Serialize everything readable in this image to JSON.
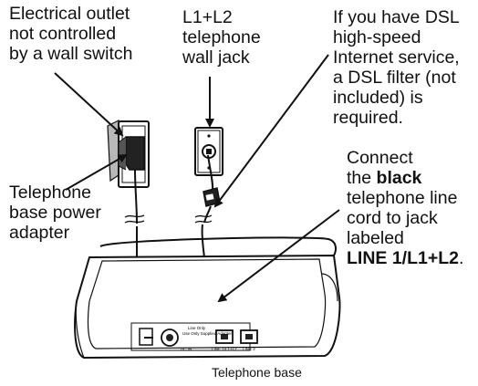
{
  "labels": {
    "outlet": [
      "Electrical outlet",
      "not controlled",
      "by a wall switch"
    ],
    "jack": [
      "L1+L2",
      "telephone",
      "wall jack"
    ],
    "dsl": [
      "If you have DSL",
      "high-speed",
      "Internet service,",
      "a DSL filter (not",
      "included) is",
      "required."
    ],
    "adapter": [
      "Telephone",
      "base power",
      "adapter"
    ],
    "connect": {
      "line1": "Connect",
      "line2_prefix": "the ",
      "line2_bold": "black",
      "line3": "telephone line",
      "line4": "cord to jack",
      "line5": "labeled",
      "line6_bold": "LINE 1/L1+L2",
      "line6_suffix": "."
    },
    "base_caption": "Telephone base"
  },
  "base_panel": {
    "label_line_only": "Line Only",
    "label_adapter": "Use Only Supplied Adapter",
    "label_dcin": "DC IN",
    "label_line1": "LINE 1/L1+L2",
    "label_line2": "LINE 2"
  },
  "colors": {
    "ink": "#111111",
    "plug_dark": "#222222",
    "plate_shadow": "#b8b8b8",
    "background": "#ffffff"
  },
  "icons": {
    "outlet": "electrical-outlet-icon",
    "wall_jack": "wall-jack-icon",
    "adapter": "power-adapter-icon",
    "dsl_filter": "dsl-filter-icon"
  }
}
